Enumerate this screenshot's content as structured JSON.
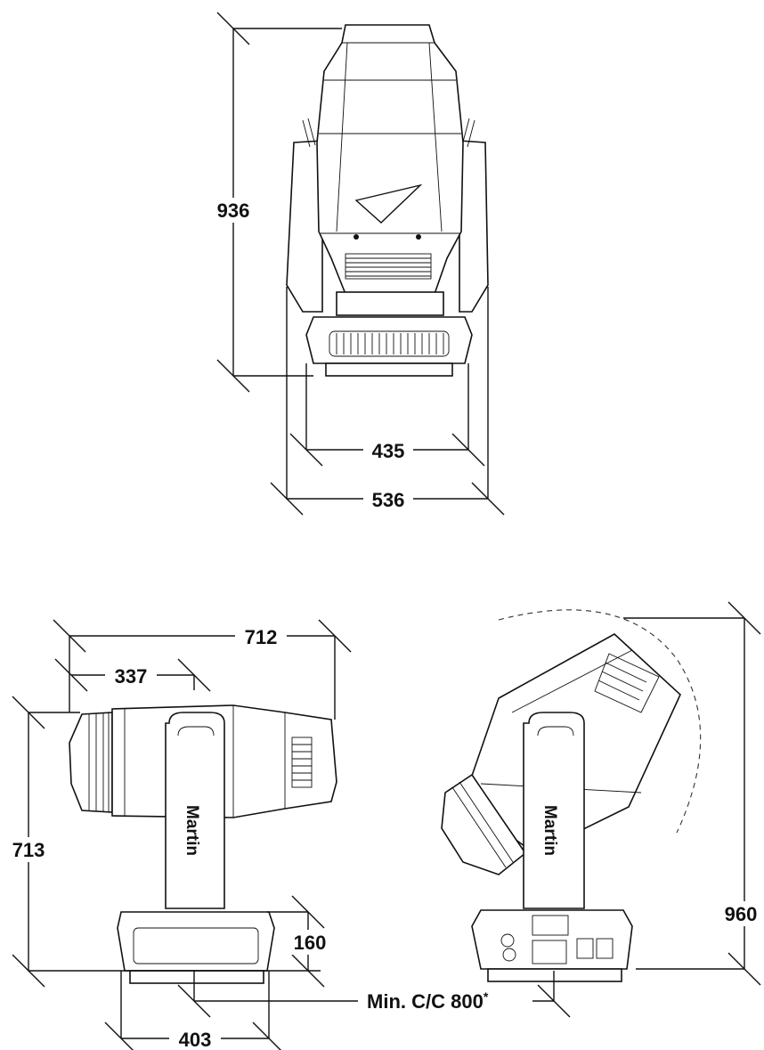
{
  "dimensions": {
    "front_height": "936",
    "front_inner_width": "435",
    "front_outer_width": "536",
    "side_length": "712",
    "side_front_depth": "337",
    "side_height": "713",
    "base_height": "160",
    "base_width": "403",
    "tilt_height": "960",
    "min_spacing": "Min. C/C 800",
    "min_spacing_note": "*"
  },
  "brand": {
    "logo_left": "Martin",
    "logo_right": "Martin"
  },
  "colors": {
    "line": "#111111",
    "background": "#ffffff"
  }
}
